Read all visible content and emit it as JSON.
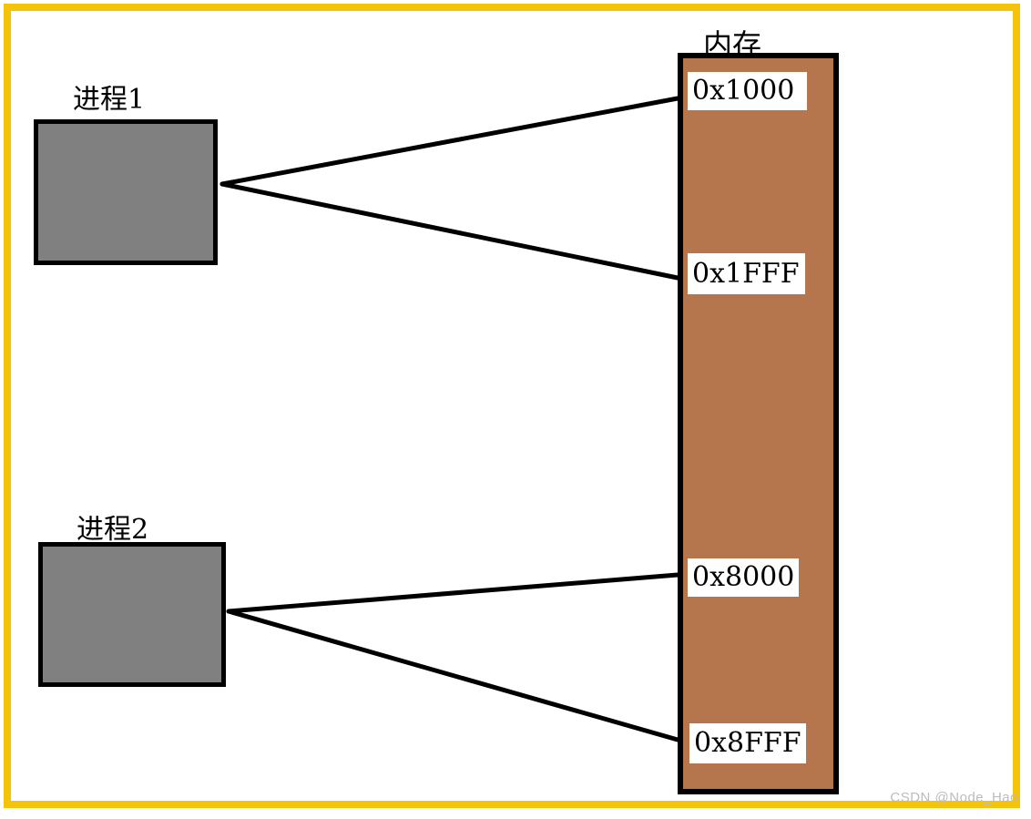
{
  "diagram": {
    "process1": {
      "label": "进程1"
    },
    "process2": {
      "label": "进程2"
    },
    "memory": {
      "label": "内存",
      "addresses": [
        "0x1000",
        "0x1FFF",
        "0x8000",
        "0x8FFF"
      ]
    },
    "connections": [
      {
        "from": "process1",
        "to": "0x1000"
      },
      {
        "from": "process1",
        "to": "0x1FFF"
      },
      {
        "from": "process2",
        "to": "0x8000"
      },
      {
        "from": "process2",
        "to": "0x8FFF"
      }
    ],
    "colors": {
      "frame": "#f5c40a",
      "process_fill": "#808080",
      "memory_fill": "#b5764e",
      "line": "#000000",
      "address_background": "#ffffff"
    }
  },
  "watermark": "CSDN @Node_Hao"
}
